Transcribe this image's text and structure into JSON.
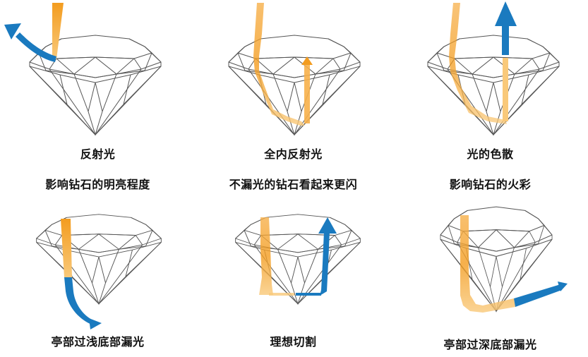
{
  "figure": {
    "colors": {
      "background": "#ffffff",
      "diamond_outline": "#555555",
      "incident_light": "#f5a623",
      "incident_light_pale": "#f9c97a",
      "exit_light": "#1a7abf",
      "text": "#111111"
    },
    "panels": [
      {
        "id": "reflected",
        "title": "反射光",
        "subtitle": "影响钻石的明亮程度",
        "icon": "diamond-reflection-icon"
      },
      {
        "id": "total-internal",
        "title": "全内反射光",
        "subtitle": "不漏光的钻石看起来更闪",
        "icon": "diamond-total-internal-reflection-icon"
      },
      {
        "id": "dispersion",
        "title": "光的色散",
        "subtitle": "影响钻石的火彩",
        "icon": "diamond-dispersion-icon"
      },
      {
        "id": "shallow",
        "title": "亭部过浅底部漏光",
        "icon": "diamond-shallow-pavilion-icon"
      },
      {
        "id": "ideal",
        "title": "理想切割",
        "icon": "diamond-ideal-cut-icon"
      },
      {
        "id": "deep",
        "title": "亭部过深底部漏光",
        "icon": "diamond-deep-pavilion-icon"
      }
    ]
  }
}
